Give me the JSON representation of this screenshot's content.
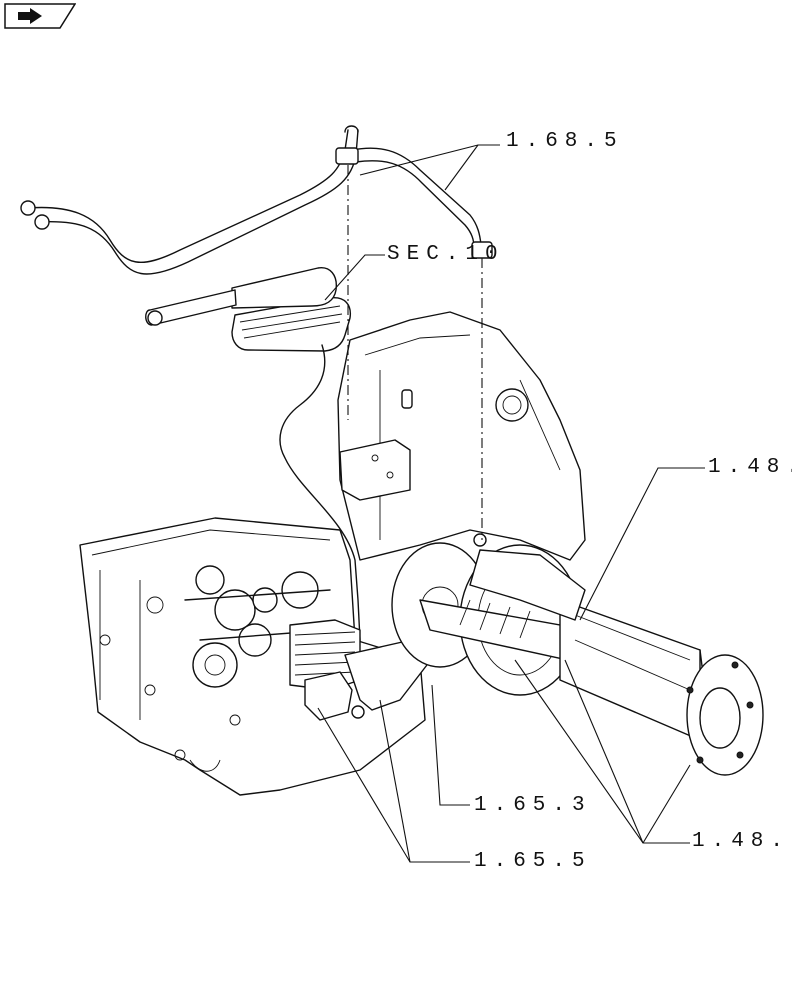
{
  "nav": {
    "icon": "return-arrow-icon"
  },
  "callouts": {
    "c1": "1.68.5",
    "c2": "SEC.10",
    "c3": "1.48.",
    "c4": "1.65.3",
    "c5": "1.48.",
    "c6": "1.65.5"
  },
  "colors": {
    "ink": "#111111",
    "background": "#ffffff"
  }
}
